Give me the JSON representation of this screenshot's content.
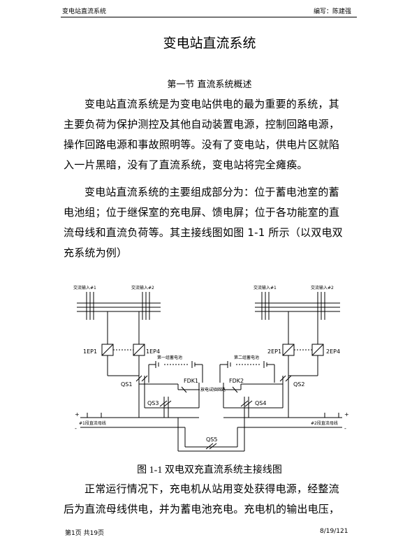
{
  "header": {
    "left": "变电站直流系统",
    "right": "编写：陈建强"
  },
  "title": "变电站直流系统",
  "section": "第一节  直流系统概述",
  "paragraphs": [
    {
      "lines": [
        "变电站直流系统是为变电站供电的最为重要的系统，其",
        "主要负荷为保护测控及其他自动装置电源，控制回路电源，",
        "操作回路电源和事故照明等。没有了变电站，供电片区就陷",
        "入一片黑暗，没有了直流系统，变电站将完全瘫痪。"
      ]
    },
    {
      "lines": [
        "变电站直流系统的主要组成部分为：位于蓄电池室的蓄",
        "电池组；位于继保室的充电屏、馈电屏；位于各功能室的直",
        "流母线和直流负荷等。其主接线图如图   1-1 所示（以双电双",
        "充系统为例）"
      ]
    },
    {
      "lines": [
        "正常运行情况下，充电机从站用变处获得电源，经整流",
        "后为直流母线供电，并为蓄电池充电。充电机的输出电压，"
      ]
    }
  ],
  "figure": {
    "caption": "图 1-1 双电双充直流系统主接线图",
    "labels": {
      "ac_in_1": "交流输入#1",
      "ac_in_2": "交流输入#2",
      "ac_in_3": "交流输入#1",
      "ac_in_4": "交流输入#2",
      "ep_1ep1": "1EP1",
      "ep_1ep4": "1EP4",
      "ep_2ep1": "2EP1",
      "ep_2ep4": "2EP4",
      "battery_1": "第一组蓄电池",
      "battery_2": "第二组蓄电池",
      "qs1": "QS1",
      "qs2": "QS2",
      "qs3": "QS3",
      "qs4": "QS4",
      "qs5": "QS5",
      "fdk1": "FDK1",
      "fdk2": "FDK2",
      "test_load": "放电试验回路",
      "bus_1": "#1段直流母线",
      "bus_2": "#2段直流母线",
      "plus": "+",
      "minus": "-"
    }
  },
  "footer": {
    "left": "第1页 共19页",
    "right": "8/19/121"
  }
}
